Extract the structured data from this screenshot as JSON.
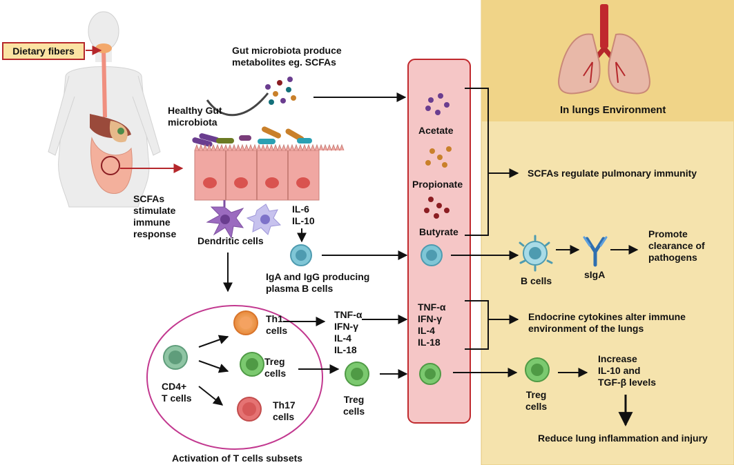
{
  "labels": {
    "dietary_fibers": "Dietary fibers",
    "gut_microbiota_produce": "Gut microbiota produce\nmetabolites eg. SCFAs",
    "healthy_gut": "Healthy Gut\nmicrobiota",
    "scfas_stimulate": "SCFAs\nstimulate\nimmune\nresponse",
    "dendritic_cells": "Dendritic cells",
    "il6_il10": "IL-6\nIL-10",
    "plasma_b": "IgA and IgG producing\nplasma B cells",
    "th1": "Th1\ncells",
    "treg_inner": "Treg\ncells",
    "th17": "Th17\ncells",
    "cd4": "CD4+\nT cells",
    "activation": "Activation of T cells subsets",
    "cytokines_left": "TNF-α\nIFN-γ\nIL-4\nIL-18",
    "treg_mid": "Treg\ncells",
    "acetate": "Acetate",
    "propionate": "Propionate",
    "butyrate": "Butyrate",
    "cytokines_right": "TNF-α\nIFN-γ\nIL-4\nIL-18",
    "lungs_env": "In lungs Environment",
    "scfas_regulate": "SCFAs regulate pulmonary immunity",
    "b_cells": "B cells",
    "siga": "sIgA",
    "promote": "Promote\nclearance of\npathogens",
    "endocrine": "Endocrine cytokines alter immune\nenvironment of the lungs",
    "treg_right": "Treg\ncells",
    "increase": "Increase\nIL-10 and\nTGF-β levels",
    "reduce": "Reduce lung inflammation and injury"
  },
  "colors": {
    "lung_panel": "#f5e3ad",
    "lung_panel_top": "#f0d488",
    "column_fill": "#f5c6c6",
    "column_border": "#c0292d",
    "red_arrow": "#b5272b",
    "dietary_fill": "#fbe3a3",
    "acetate_dot": "#6a3d8f",
    "propionate_dot": "#c9802a",
    "butyrate_dot": "#8b1d22",
    "th1": "#f4a261",
    "treg": "#7bc96f",
    "th17": "#e57373",
    "b_cell": "#7fc6d6",
    "cd4": "#8fc5a4",
    "ellipse": "#c2388f",
    "epithelium": "#f0a7a2"
  },
  "icons": [
    "human-body-digestive-icon",
    "lungs-icon",
    "dendritic-cell-icon",
    "macrophage-icon",
    "antibody-icon",
    "microbe-icon"
  ]
}
